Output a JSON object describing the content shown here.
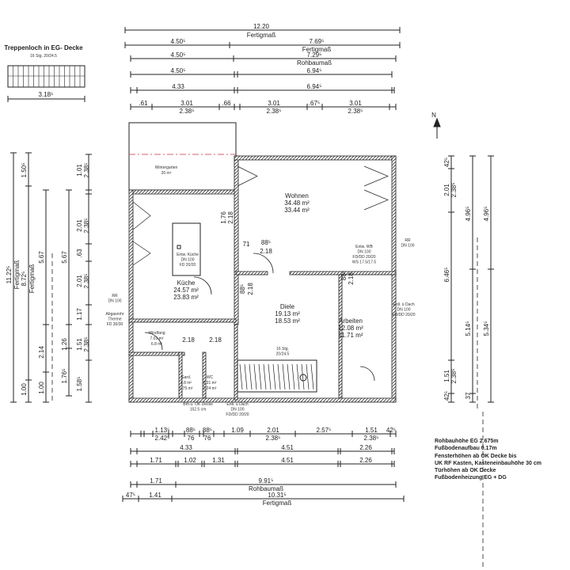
{
  "stair_opening": {
    "title": "Treppenloch in EG- Decke",
    "subtitle": "16 Stg. 20/24.5",
    "width": "3.18⁵"
  },
  "north_label": "N",
  "rooms": [
    {
      "name": "Wintergarten",
      "area1": "20 m²",
      "area2": ""
    },
    {
      "name": "Wohnen",
      "area1": "34.48 m²",
      "area2": "33.44 m²"
    },
    {
      "name": "Küche",
      "area1": "24.57 m²",
      "area2": "23.83 m²"
    },
    {
      "name": "Diele",
      "area1": "19.13 m²",
      "area2": "18.53 m²"
    },
    {
      "name": "Arbeiten",
      "area1": "12.08 m²",
      "area2": "11.71 m²"
    },
    {
      "name": "Windfang",
      "area1": "7.01 m²",
      "area2": "6.8 m²"
    },
    {
      "name": "Gard.",
      "area1": "1.8 m²",
      "area2": "1.75 m²"
    },
    {
      "name": "WC",
      "area1": "2.31 m²",
      "area2": "2.24 m²"
    }
  ],
  "annotations": [
    [
      "Entw. Küche",
      "DN 100",
      "FD 20/20"
    ],
    [
      "Entw. WB",
      "DN 100",
      "FD/DD 20/20",
      "WS 17.5/17.5"
    ],
    [
      "RR",
      "DN 100"
    ],
    [
      "RR",
      "DN 100"
    ],
    [
      "Abgasrohr",
      "Therme",
      "FD 30/30"
    ],
    [
      "Entl. ü Dach",
      "DN 100",
      "FD/DD 20/20"
    ],
    [
      "Entl. ü Dach",
      "DN 100",
      "FD/DD 20/20"
    ],
    [
      "Brh.ü. OK Decke",
      "152.5 cm"
    ],
    [
      "16 Stg.",
      "20/24.5"
    ]
  ],
  "top_dims": [
    "12.20",
    "Fertigmaß",
    "4.50⁵",
    "7.69⁵",
    "Fertigmaß",
    "4.50⁵",
    "7.29⁵",
    "Rohbaumaß",
    "4.50⁵",
    "6.94⁵",
    "4.33",
    "6.94⁵",
    ".61",
    "3.01",
    "2.38⁵",
    ".66",
    "3.01",
    "2.38⁵",
    ".67⁵",
    "3.01",
    "2.38⁵"
  ],
  "bottom_dims": [
    "1.13⁵",
    "2.42⁵",
    "88⁵",
    "76",
    "88⁵",
    "76",
    "1.09",
    "2.01",
    "2.38⁵",
    "2.57⁵",
    "1.51",
    "2.38⁵",
    "42⁵",
    "4.33",
    "4.51",
    "2.26",
    "1.71",
    "1.02",
    "1.31",
    "4.51",
    "2.26",
    "1.71",
    "9.91⁵",
    "Rohbaumaß",
    "47⁵",
    "1.41",
    "10.31⁵",
    "Fertigmaß"
  ],
  "left_dims": [
    "11.22⁵",
    "Fertigmaß",
    "1.50⁵",
    "8.72⁵",
    "Fertigmaß",
    "1.00",
    "5.67",
    "2.14",
    "1.00",
    "5.67",
    "1.26",
    "1.76⁵",
    "1.01",
    "2.38⁵",
    "2.01",
    "2.38⁵",
    ".63",
    "2.01",
    "2.38⁵",
    "1.17",
    "1.51",
    "2.38⁵",
    "1.58⁵"
  ],
  "right_dims": [
    "42⁵",
    "2.01",
    "2.38⁵",
    "6.46⁵",
    "1.51",
    "2.38⁵",
    "42⁵",
    "4.96⁵",
    "5.14⁵",
    "37",
    "4.96⁵",
    "5.34⁵"
  ],
  "inner_dims": [
    "1.76",
    "2.18",
    "71",
    "88⁵",
    "2.18",
    "88⁵",
    "2.18",
    "2.18",
    "2.18",
    "88⁵",
    "2.18"
  ],
  "notes": [
    "Rohbauhöhe EG 2.675m",
    "Fußbodenaufbau 0.17m",
    "Fensterhöhen ab OK Decke bis",
    "UK RF Kasten, Kasteneinbauhöhe 30 cm",
    "Türhöhen ab OK Decke",
    "Fußbodenheizung EG + DG"
  ]
}
